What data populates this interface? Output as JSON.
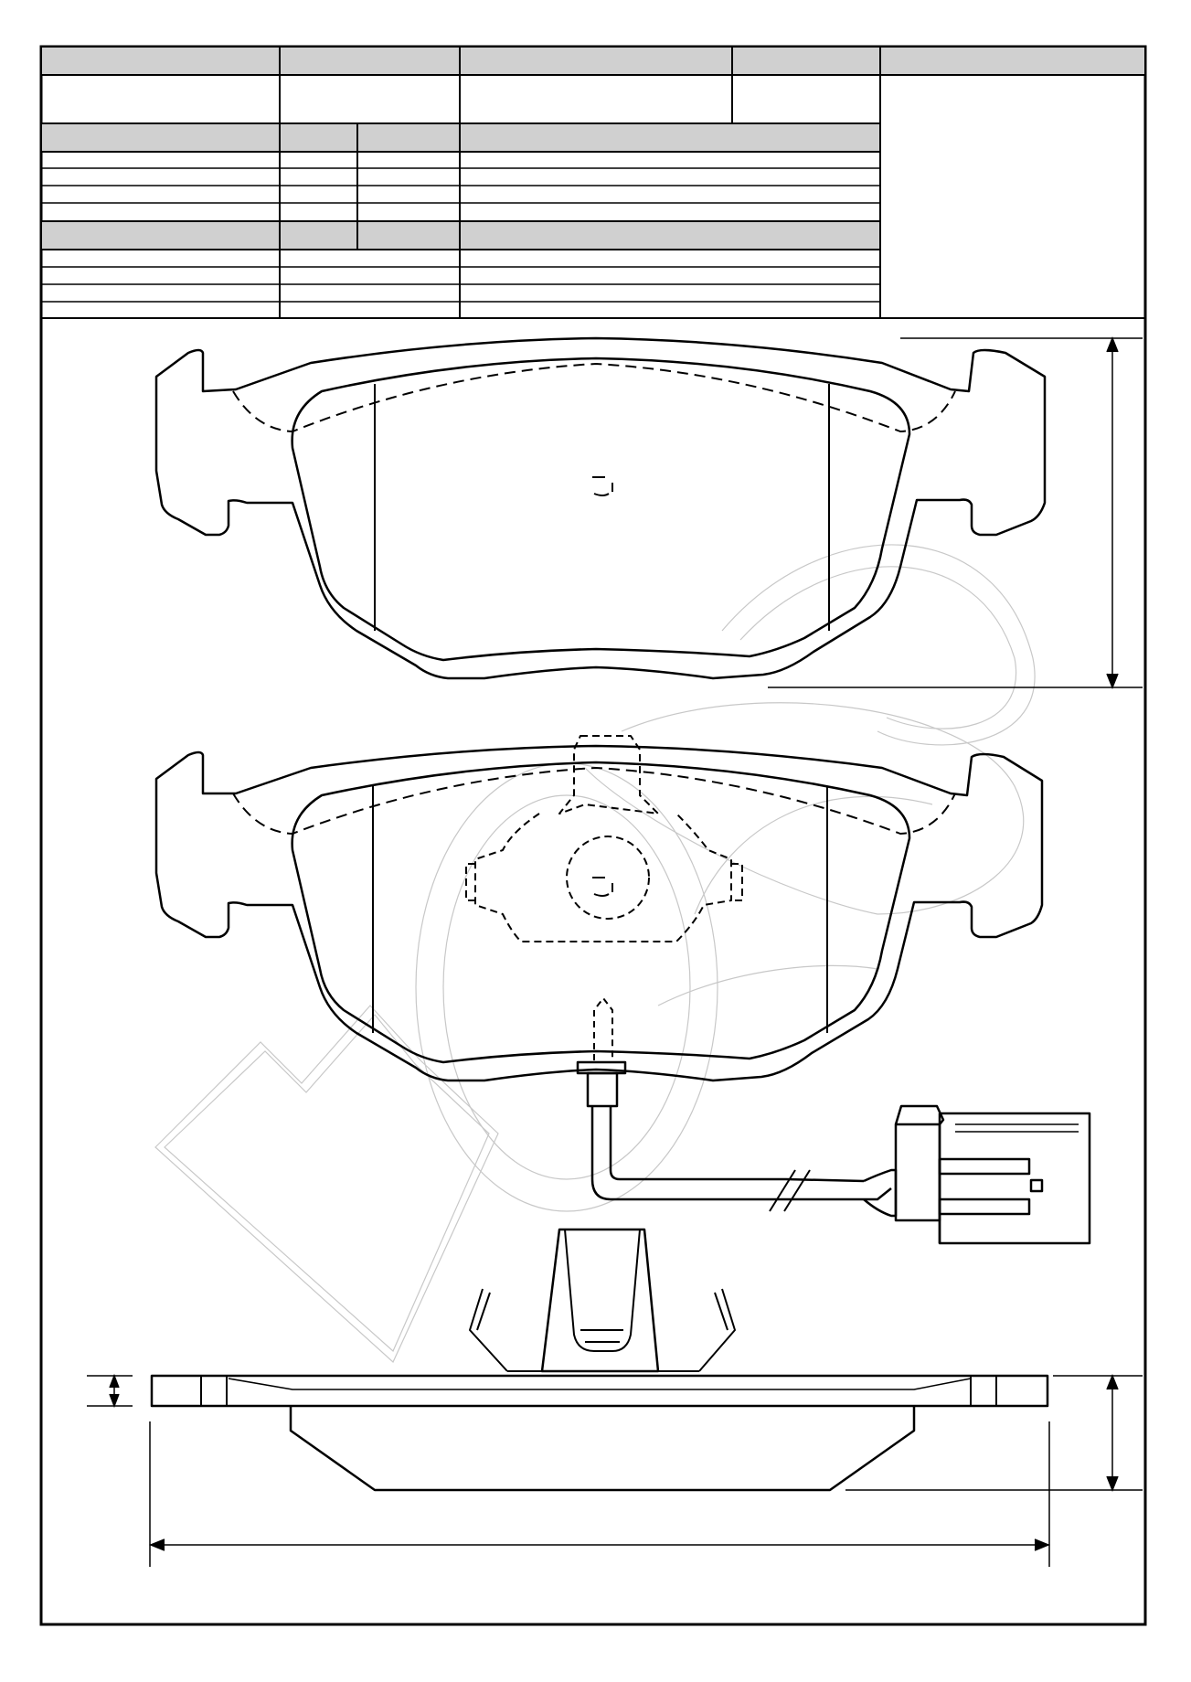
{
  "sheet": {
    "header_cells": [
      "",
      "",
      "",
      "",
      ""
    ],
    "value_cells": [
      "",
      "",
      "",
      ""
    ],
    "group1_header": [
      "",
      "",
      "",
      ""
    ],
    "group1_rows": [
      [
        "",
        "",
        "",
        ""
      ],
      [
        "",
        "",
        "",
        ""
      ],
      [
        "",
        "",
        "",
        ""
      ],
      [
        "",
        "",
        "",
        ""
      ]
    ],
    "group2_header": [
      "",
      "",
      "",
      ""
    ],
    "group2_rows": [
      [
        "",
        "",
        ""
      ],
      [
        "",
        "",
        ""
      ],
      [
        "",
        "",
        ""
      ],
      [
        "",
        "",
        ""
      ]
    ],
    "photo_cell": ""
  },
  "colors": {
    "line": "#000000",
    "header_fill": "#d0d0d0",
    "watermark": "#c8c8c8",
    "background": "#ffffff"
  },
  "views": {
    "top_pad": "brake-pad-front-view",
    "middle_pad": "brake-pad-front-view-with-wear-sensor",
    "side_view": "brake-pad-side-view-with-clip"
  },
  "dimensions": {
    "pad_height": "",
    "pad_width": "",
    "pad_thickness": "",
    "backplate_thickness": ""
  }
}
